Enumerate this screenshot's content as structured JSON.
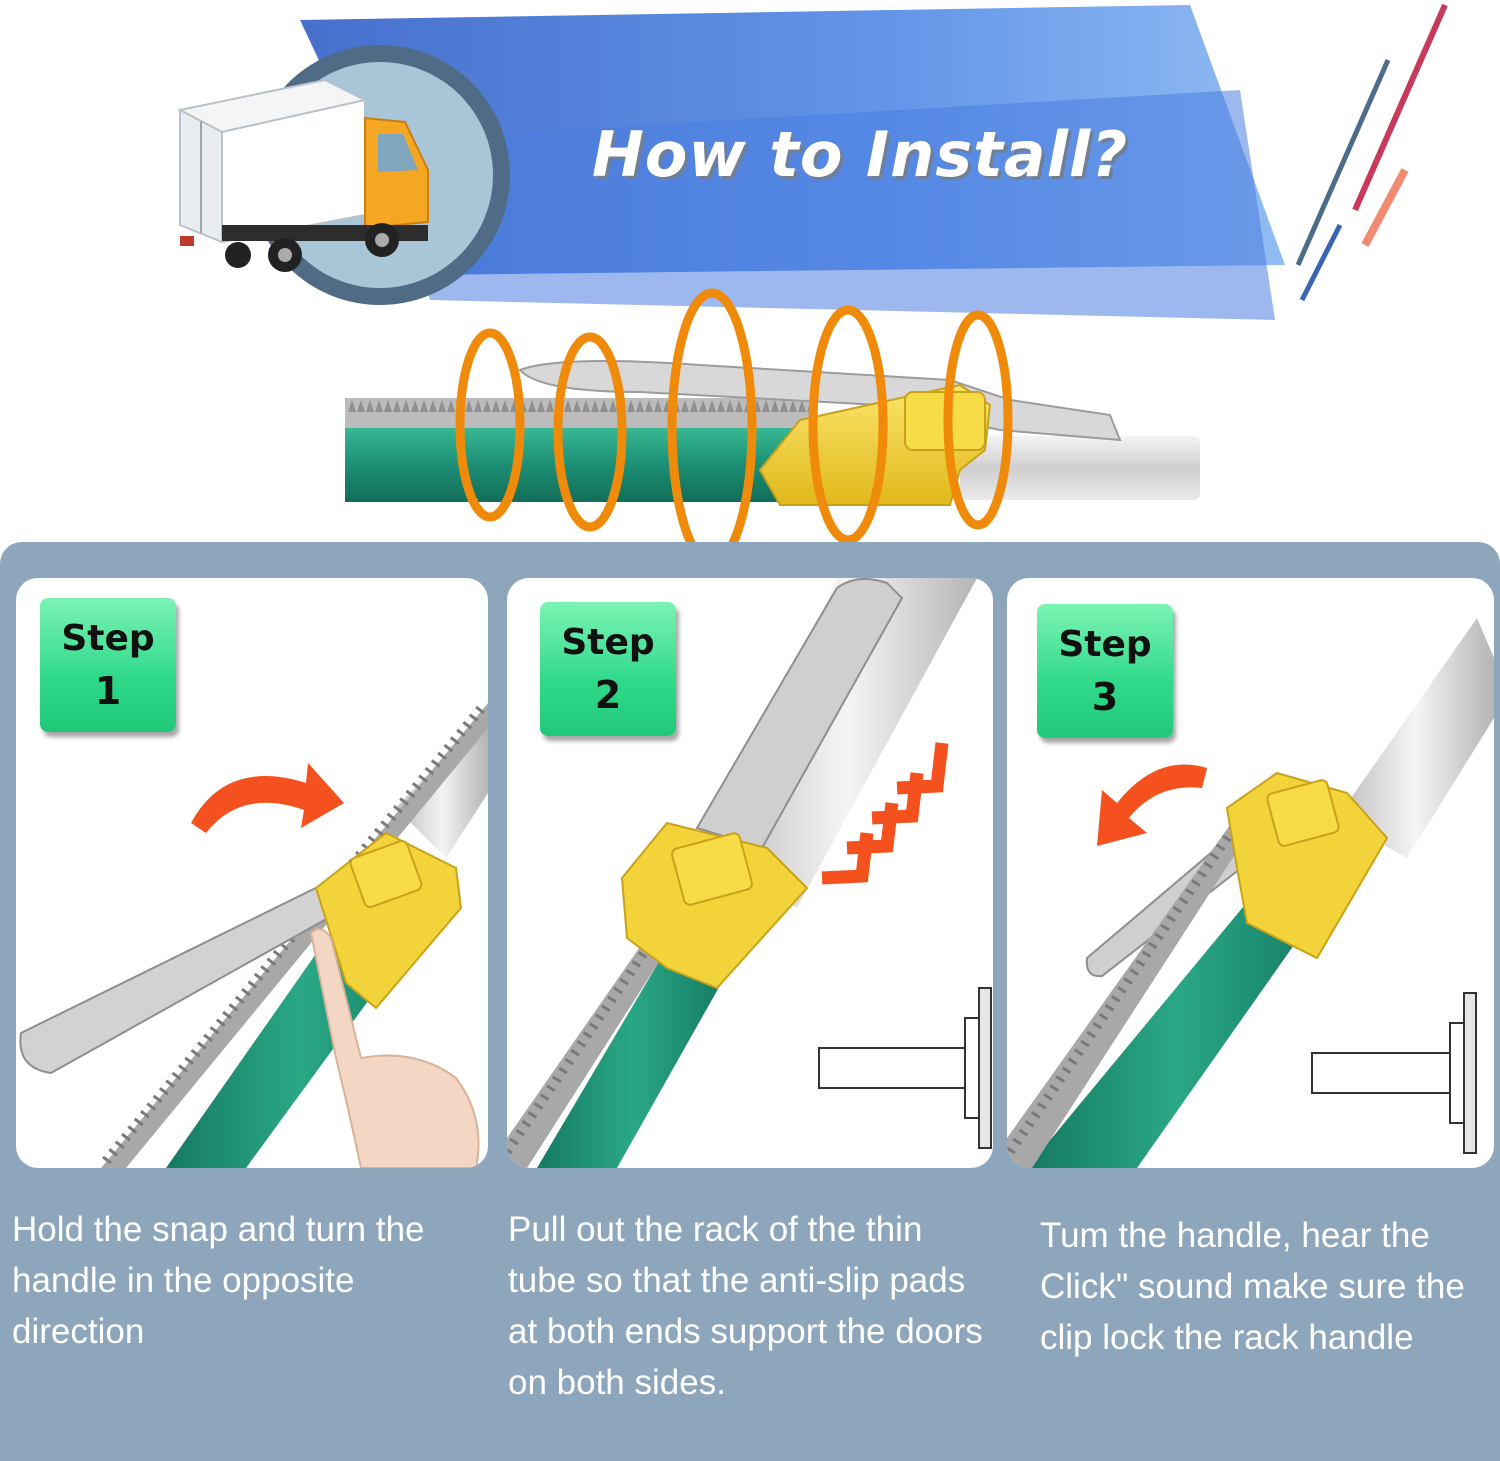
{
  "header": {
    "title": "How to Install?"
  },
  "colors": {
    "banner_blue": "#5b8ee6",
    "circle_ring": "#4f6b86",
    "circle_fill": "#a9c6d8",
    "tube_green": "#1f9a7e",
    "clamp_yellow": "#f2d43a",
    "ring_orange": "#f08a0a",
    "panel_bg": "#8ea6bb",
    "badge_green": "#2fd98a",
    "arrow_red": "#f4511e"
  },
  "icons": [
    "truck-icon",
    "rotation-rings-icon",
    "turn-arrow-icon",
    "push-chevrons-icon",
    "wall-pad-icon"
  ],
  "steps": [
    {
      "word": "Step",
      "number": "1",
      "caption": "Hold the snap and turn the handle in the opposite direction"
    },
    {
      "word": "Step",
      "number": "2",
      "caption": "Pull out the rack of the thin tube so that the anti-slip pads at both ends support the doors on both sides."
    },
    {
      "word": "Step",
      "number": "3",
      "caption": "Tum the handle, hear the Click\" sound make sure the clip lock the rack handle"
    }
  ]
}
